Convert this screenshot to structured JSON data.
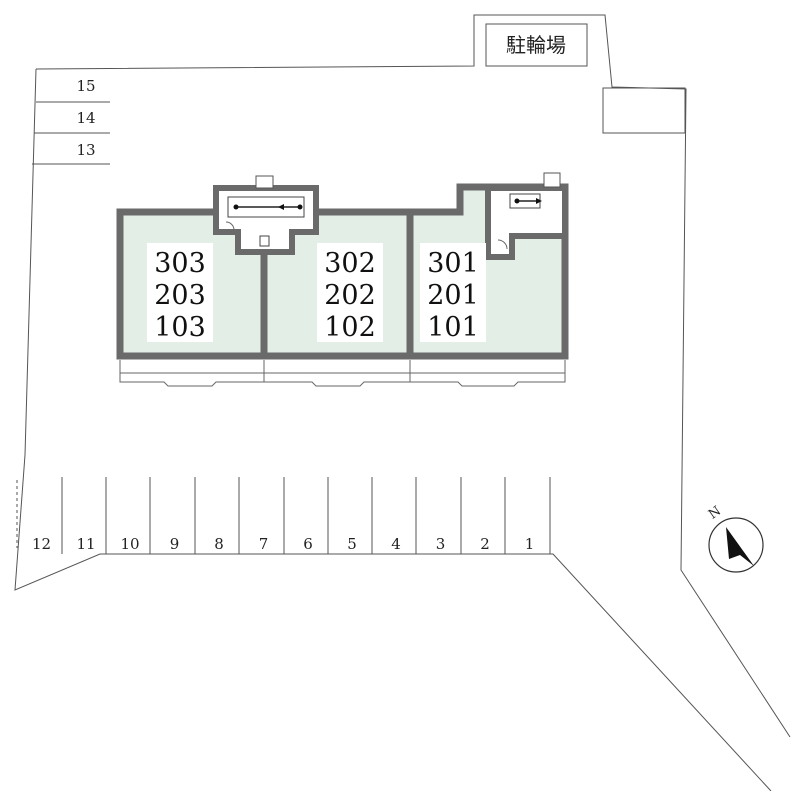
{
  "bicycle_parking": {
    "label": "駐輪場"
  },
  "upper_parking": [
    {
      "label": "15"
    },
    {
      "label": "14"
    },
    {
      "label": "13"
    }
  ],
  "units": [
    {
      "labels": [
        "303",
        "203",
        "103"
      ]
    },
    {
      "labels": [
        "302",
        "202",
        "102"
      ]
    },
    {
      "labels": [
        "301",
        "201",
        "101"
      ]
    }
  ],
  "lower_parking": [
    {
      "label": "12"
    },
    {
      "label": "11"
    },
    {
      "label": "10"
    },
    {
      "label": "9"
    },
    {
      "label": "8"
    },
    {
      "label": "7"
    },
    {
      "label": "6"
    },
    {
      "label": "5"
    },
    {
      "label": "4"
    },
    {
      "label": "3"
    },
    {
      "label": "2"
    },
    {
      "label": "1"
    }
  ],
  "compass": {
    "label": "N"
  },
  "colors": {
    "unit_fill": "#e3eee6",
    "wall": "#6a6a6a",
    "line": "#555555"
  }
}
